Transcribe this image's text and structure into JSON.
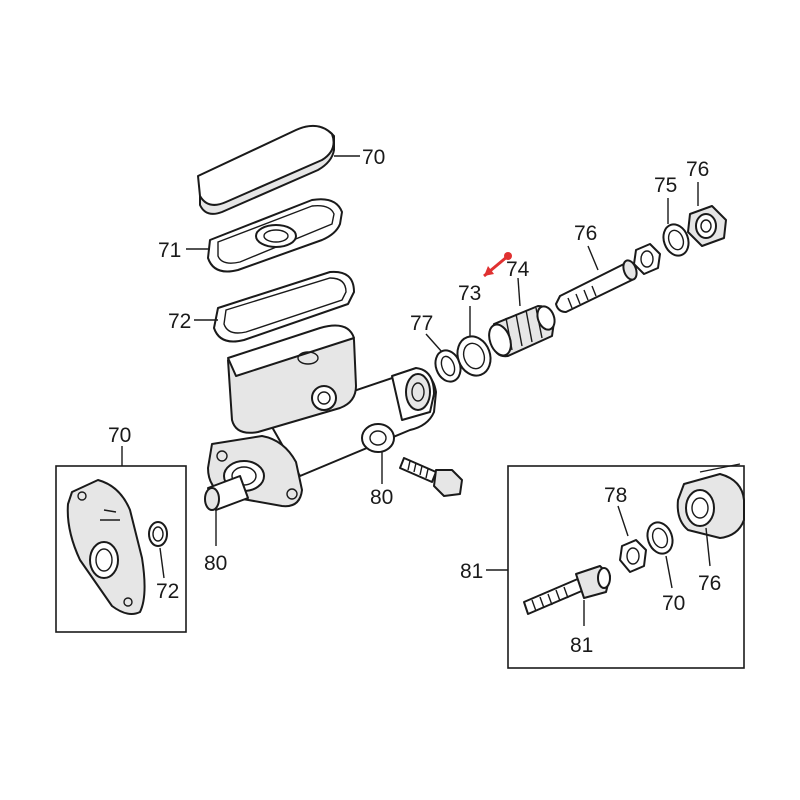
{
  "callouts": {
    "cap": "70",
    "gasket": "71",
    "seal_ring": "72",
    "washer_73": "73",
    "piston_74": "74",
    "washer_75": "75",
    "nut_76_top": "76",
    "rod_76": "76",
    "oring_77": "77",
    "port_80": "80",
    "tube_80": "80",
    "inset_left_70": "70",
    "inset_left_72": "72",
    "inset_right_81": "81",
    "stud_81": "81",
    "nut_78": "78",
    "ring_70_inset": "70",
    "flange_76_inset": "76"
  },
  "colors": {
    "line": "#1a1a1a",
    "marker": "#e03131",
    "shade": "#e6e6e6"
  }
}
